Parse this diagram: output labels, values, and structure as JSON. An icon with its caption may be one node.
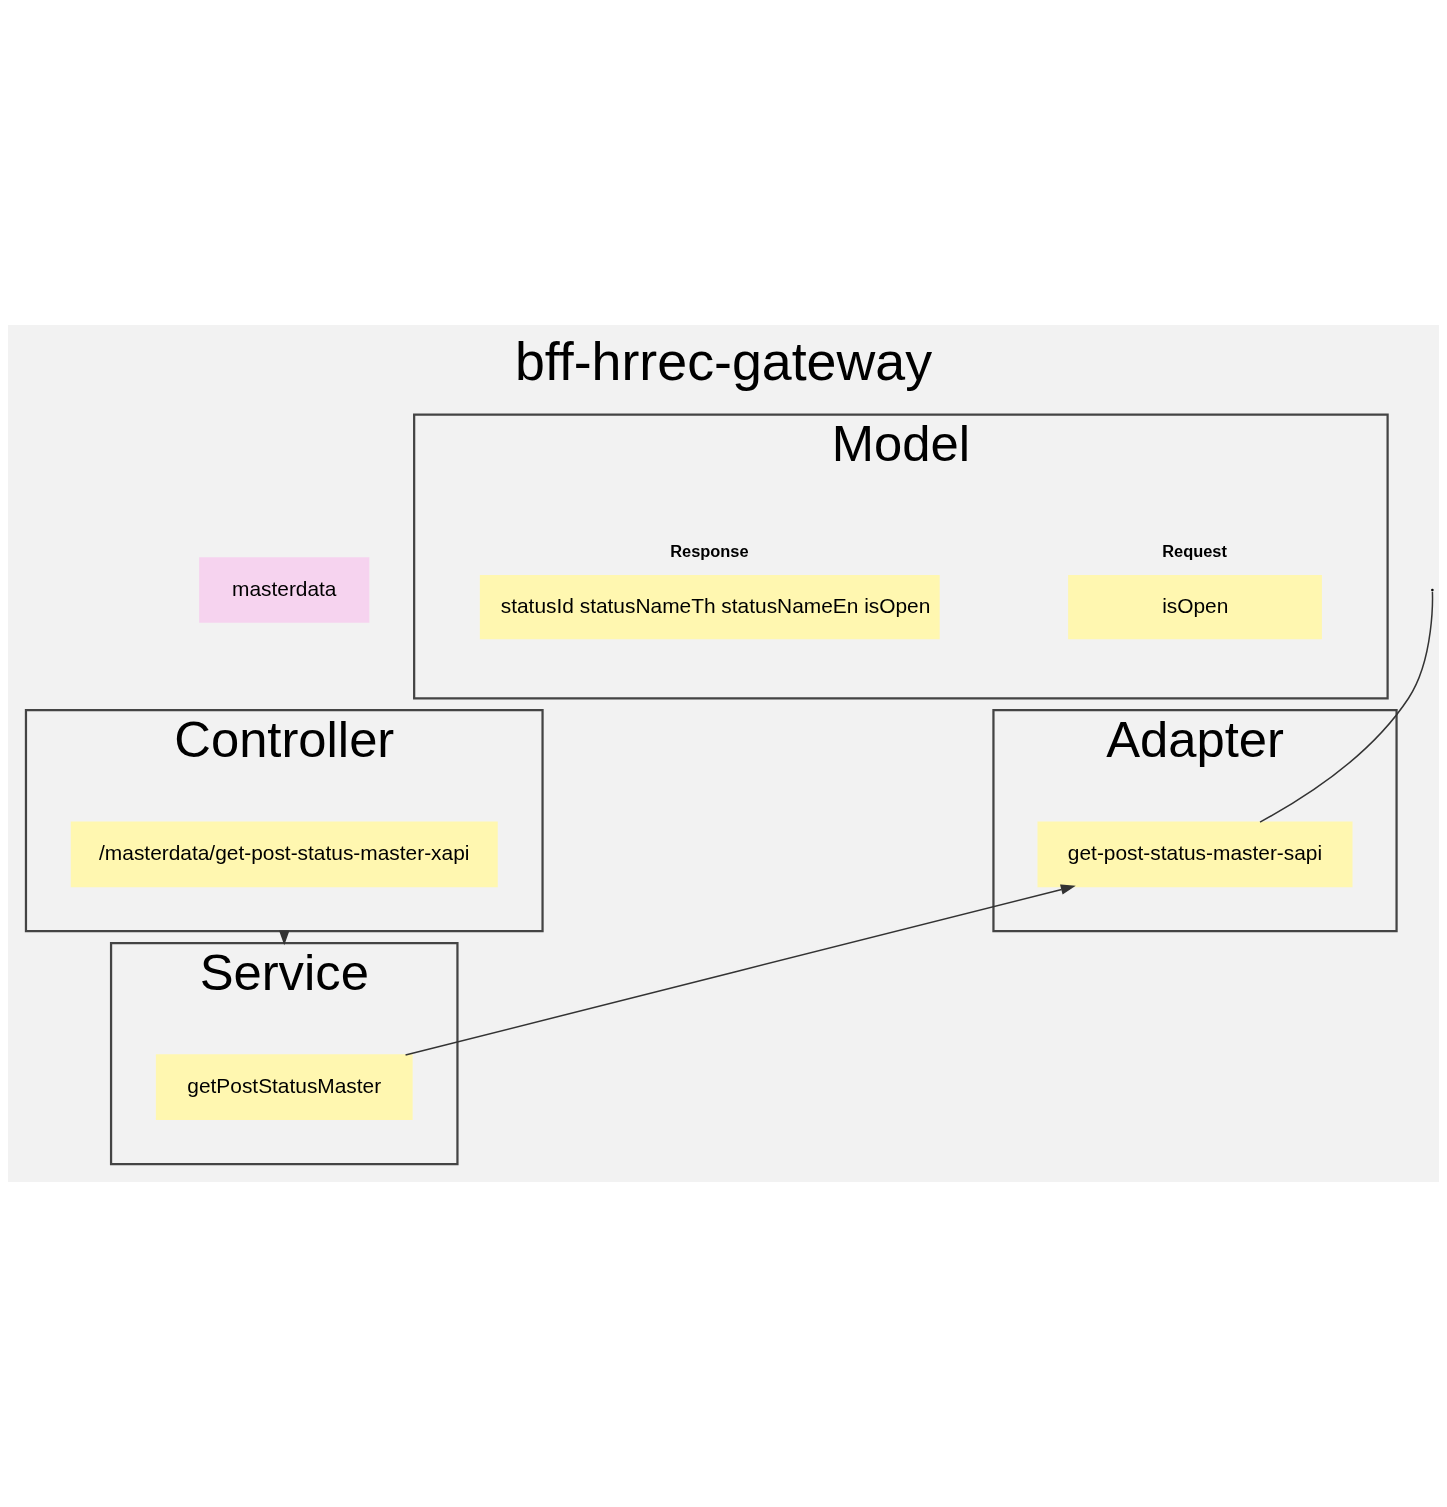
{
  "diagram": {
    "title": "bff-hrrec-gateway",
    "nodes": [
      {
        "text": [
          "masterdata"
        ]
      },
      {
        "text": [
          "Controller"
        ]
      },
      {
        "text": [
          "/masterdata/get-post-status-master-xapi"
        ],
        "in": 1
      },
      {
        "text": [
          "Model"
        ]
      },
      {
        "text": [
          "Request",
          "isOpen"
        ],
        "in": 3
      },
      {
        "text": [
          "Response",
          "statusId statusNameTh statusNameEn isOpen"
        ],
        "in": 3
      },
      {
        "text": [
          "Service"
        ]
      },
      {
        "text": [
          "getPostStatusMaster"
        ],
        "in": 6
      },
      {
        "text": [
          "Adapter"
        ]
      },
      {
        "text": [
          "get-post-status-master-sapi"
        ],
        "in": 8
      }
    ],
    "edges": [
      {
        "from": 1,
        "to": 6,
        "arrow": "to"
      },
      {
        "from": 7,
        "to": 9,
        "arrow": "to"
      },
      {
        "from": 9,
        "to": null,
        "arrow": "none"
      }
    ]
  }
}
